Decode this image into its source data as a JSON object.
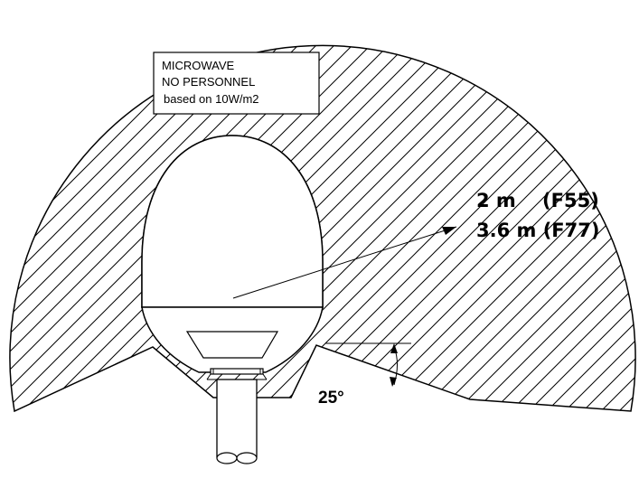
{
  "warning_label": {
    "line1": "MICROWAVE",
    "line2": "NO PERSONNEL",
    "line3": "based on 10W/m2"
  },
  "distances": {
    "line1": "2 m    (F55)",
    "line2": "3.6 m (F77)"
  },
  "angle_label": "25°",
  "colors": {
    "stroke": "#000000",
    "background": "#ffffff"
  }
}
